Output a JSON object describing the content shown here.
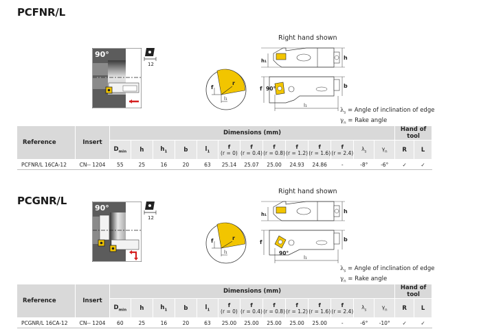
{
  "sections": [
    {
      "title": "PCFNR/L",
      "pictogram": {
        "angle_label": "90°",
        "insert_size": "12"
      },
      "drawing": {
        "caption": "Right hand shown",
        "labels": {
          "h": "h",
          "h1": "h₁",
          "b": "b",
          "f": "f",
          "l1": "l₁",
          "angle": "90°",
          "r": "r"
        }
      },
      "legend": [
        {
          "symbol": "λ",
          "sub": "s",
          "text": "= Angle of inclination of edge"
        },
        {
          "symbol": "γ",
          "sub": "n",
          "text": "= Rake angle"
        }
      ],
      "table": {
        "headers": {
          "reference": "Reference",
          "insert": "Insert",
          "dimensions": "Dimensions (mm)",
          "hand": "Hand of tool",
          "dmin": "D",
          "dmin_sub": "min",
          "h": "h",
          "h1": "h",
          "h1_sub": "1",
          "b": "b",
          "l1": "l",
          "l1_sub": "1",
          "f_cols": [
            "(r = 0)",
            "(r = 0.4)",
            "(r = 0.8)",
            "(r = 1.2)",
            "(r = 1.6)",
            "(r = 2.4)"
          ],
          "f_label": "f",
          "lambda": "λ",
          "lambda_sub": "s",
          "gamma": "γ",
          "gamma_sub": "n",
          "R": "R",
          "L": "L"
        },
        "rows": [
          {
            "reference": "PCFNR/L 16CA-12",
            "insert": "CN-- 1204",
            "dmin": "55",
            "h": "25",
            "h1": "16",
            "b": "20",
            "l1": "63",
            "f": [
              "25.14",
              "25.07",
              "25.00",
              "24.93",
              "24.86",
              "-"
            ],
            "lambda": "-8°",
            "gamma": "-6°",
            "R": "✓",
            "L": "✓"
          }
        ]
      }
    },
    {
      "title": "PCGNR/L",
      "pictogram": {
        "angle_label": "90°",
        "insert_size": "12"
      },
      "drawing": {
        "caption": "Right hand shown",
        "labels": {
          "h": "h",
          "h1": "h₁",
          "b": "b",
          "f": "f",
          "l1": "l₁",
          "angle": "90°",
          "r": "r"
        }
      },
      "legend": [
        {
          "symbol": "λ",
          "sub": "s",
          "text": "= Angle of inclination of edge"
        },
        {
          "symbol": "γ",
          "sub": "n",
          "text": "= Rake angle"
        }
      ],
      "table": {
        "headers": {
          "reference": "Reference",
          "insert": "Insert",
          "dimensions": "Dimensions (mm)",
          "hand": "Hand of tool",
          "dmin": "D",
          "dmin_sub": "min",
          "h": "h",
          "h1": "h",
          "h1_sub": "1",
          "b": "b",
          "l1": "l",
          "l1_sub": "1",
          "f_cols": [
            "(r = 0)",
            "(r = 0.4)",
            "(r = 0.8)",
            "(r = 1.2)",
            "(r = 1.6)",
            "(r = 2.4)"
          ],
          "f_label": "f",
          "lambda": "λ",
          "lambda_sub": "s",
          "gamma": "γ",
          "gamma_sub": "n",
          "R": "R",
          "L": "L"
        },
        "rows": [
          {
            "reference": "PCGNR/L 16CA-12",
            "insert": "CN-- 1204",
            "dmin": "60",
            "h": "25",
            "h1": "16",
            "b": "20",
            "l1": "63",
            "f": [
              "25.00",
              "25.00",
              "25.00",
              "25.00",
              "25.00",
              "-"
            ],
            "lambda": "-6°",
            "gamma": "-10°",
            "R": "✓",
            "L": "✓"
          }
        ]
      }
    }
  ],
  "colors": {
    "insert_yellow": "#f2c500",
    "header_gray": "#d9d9d9",
    "subheader_gray": "#e6e6e6",
    "arrow_red": "#d41f1f",
    "pictogram_dark": "#5a5a5a"
  }
}
